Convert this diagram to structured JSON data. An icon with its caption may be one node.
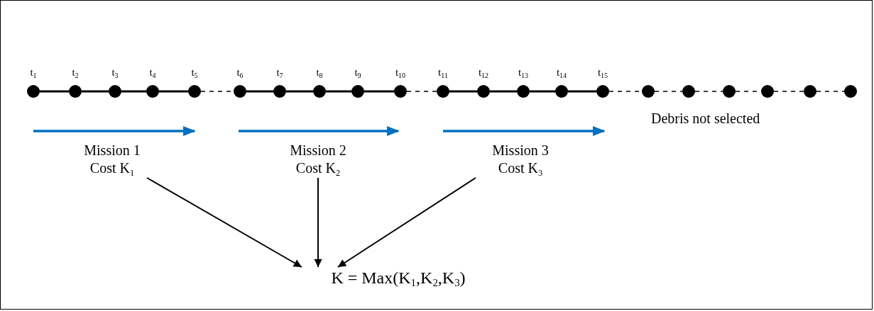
{
  "diagram": {
    "nodes": [
      {
        "text": [],
        "shape": "circle",
        "beside": [
          "t$_{1}$"
        ]
      },
      {
        "text": [],
        "shape": "circle",
        "beside": [
          "t$_{2}$"
        ]
      },
      {
        "text": [],
        "shape": "circle",
        "beside": [
          "t$_{3}$"
        ]
      },
      {
        "text": [],
        "shape": "circle",
        "beside": [
          "t$_{4}$"
        ]
      },
      {
        "text": [],
        "shape": "circle",
        "beside": [
          "t$_{5}$"
        ]
      },
      {
        "text": [],
        "shape": "circle",
        "beside": [
          "t$_{6}$"
        ]
      },
      {
        "text": [],
        "shape": "circle",
        "beside": [
          "t$_{7}$"
        ]
      },
      {
        "text": [],
        "shape": "circle",
        "beside": [
          "t$_{8}$"
        ]
      },
      {
        "text": [],
        "shape": "circle",
        "beside": [
          "t$_{9}$"
        ]
      },
      {
        "text": [],
        "shape": "circle",
        "beside": [
          "t$_{10}$"
        ]
      },
      {
        "text": [],
        "shape": "circle",
        "beside": [
          "t$_{11}$"
        ]
      },
      {
        "text": [],
        "shape": "circle",
        "beside": [
          "t$_{12}$"
        ]
      },
      {
        "text": [],
        "shape": "circle",
        "beside": [
          "t$_{13}$"
        ]
      },
      {
        "text": [],
        "shape": "circle",
        "beside": [
          "t$_{14}$"
        ]
      },
      {
        "text": [],
        "shape": "circle",
        "beside": [
          "t$_{15}$"
        ]
      },
      {
        "text": [],
        "shape": "circle"
      },
      {
        "text": [],
        "shape": "circle"
      },
      {
        "text": [],
        "shape": "circle"
      },
      {
        "text": [],
        "shape": "circle"
      },
      {
        "text": [],
        "shape": "circle"
      },
      {
        "text": [],
        "shape": "circle"
      },
      {
        "text": [
          "Mission 1",
          "Cost K$_{1}$"
        ]
      },
      {
        "text": [
          "Mission 2",
          "Cost K$_{2}$"
        ]
      },
      {
        "text": [
          "Mission 3",
          "Cost K$_{3}$"
        ]
      },
      {
        "text": [
          "K = Max(K$_{1}$,K$_{2}$,K$_{3}$)"
        ]
      }
    ],
    "edges": [
      {
        "from": 0,
        "to": 1,
        "arrow": "none"
      },
      {
        "from": 1,
        "to": 2,
        "arrow": "none"
      },
      {
        "from": 2,
        "to": 3,
        "arrow": "none"
      },
      {
        "from": 3,
        "to": 4,
        "arrow": "none"
      },
      {
        "from": 4,
        "to": 5,
        "arrow": "none",
        "style": "dashed"
      },
      {
        "from": 5,
        "to": 6,
        "arrow": "none"
      },
      {
        "from": 6,
        "to": 7,
        "arrow": "none"
      },
      {
        "from": 7,
        "to": 8,
        "arrow": "none"
      },
      {
        "from": 8,
        "to": 9,
        "arrow": "none"
      },
      {
        "from": 9,
        "to": 10,
        "arrow": "none",
        "style": "dashed"
      },
      {
        "from": 10,
        "to": 11,
        "arrow": "none"
      },
      {
        "from": 11,
        "to": 12,
        "arrow": "none"
      },
      {
        "from": 12,
        "to": 13,
        "arrow": "none"
      },
      {
        "from": 13,
        "to": 14,
        "arrow": "none"
      },
      {
        "from": 14,
        "to": 15,
        "arrow": "none",
        "style": "dashed"
      },
      {
        "from": 15,
        "to": 16,
        "arrow": "none",
        "style": "dashed"
      },
      {
        "from": 16,
        "to": 17,
        "arrow": "none",
        "style": "dashed"
      },
      {
        "from": 17,
        "to": 18,
        "arrow": "none",
        "style": "dashed"
      },
      {
        "from": 18,
        "to": 19,
        "arrow": "none",
        "style": "dashed"
      },
      {
        "from": 19,
        "to": 20,
        "arrow": "none",
        "style": "dashed"
      },
      {
        "from": 21,
        "to": 24,
        "arrow": "to"
      },
      {
        "from": 22,
        "to": 24,
        "arrow": "to"
      },
      {
        "from": 23,
        "to": 24,
        "arrow": "to"
      }
    ],
    "labels": [
      "Debris not selected"
    ]
  }
}
